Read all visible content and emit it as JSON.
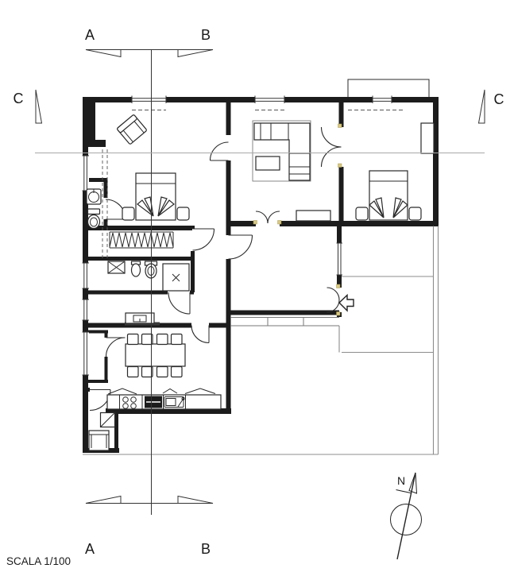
{
  "annotations": {
    "section_ab": {
      "top_left": "A",
      "top_right": "B",
      "bottom_left": "A",
      "bottom_right": "B"
    },
    "section_c": {
      "left": "C",
      "right": "C"
    },
    "compass": {
      "north_label": "N"
    },
    "scale_caption": "SCALA 1/100"
  },
  "colors": {
    "paper": "#ffffff",
    "wall": "#1c1c1c",
    "furniture": "#2a2a2a",
    "section_line": "#a8a8a8",
    "terrace_line": "#8c8c8c",
    "dashed_line": "#555555",
    "door_jamb_accent": "#d8c882",
    "text": "#1a1a1a"
  }
}
